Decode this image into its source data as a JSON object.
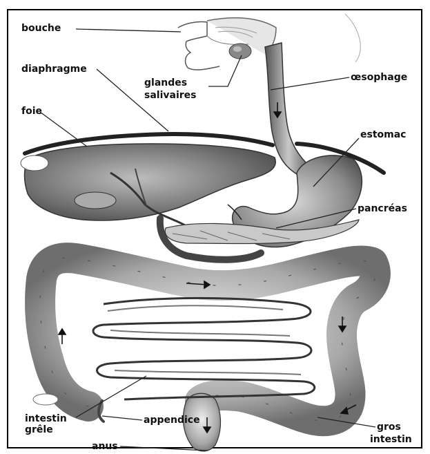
{
  "labels": {
    "bouche": "bouche",
    "diaphragme": "diaphragme",
    "glandes": "glandes",
    "salivaires": "salivaires",
    "oesophage": "œsophage",
    "foie": "foie",
    "estomac": "estomac",
    "pancreas": "pancréas",
    "intestin": "intestin",
    "grele": "grêle",
    "appendice": "appendice",
    "gros": "gros",
    "gros_intestin": "intestin",
    "anus": "anus"
  },
  "colors": {
    "ink": "#111111",
    "organ_dark": "#6a6a6a",
    "organ_mid": "#9a9a9a",
    "organ_light": "#cfcfcf",
    "background": "#ffffff"
  }
}
